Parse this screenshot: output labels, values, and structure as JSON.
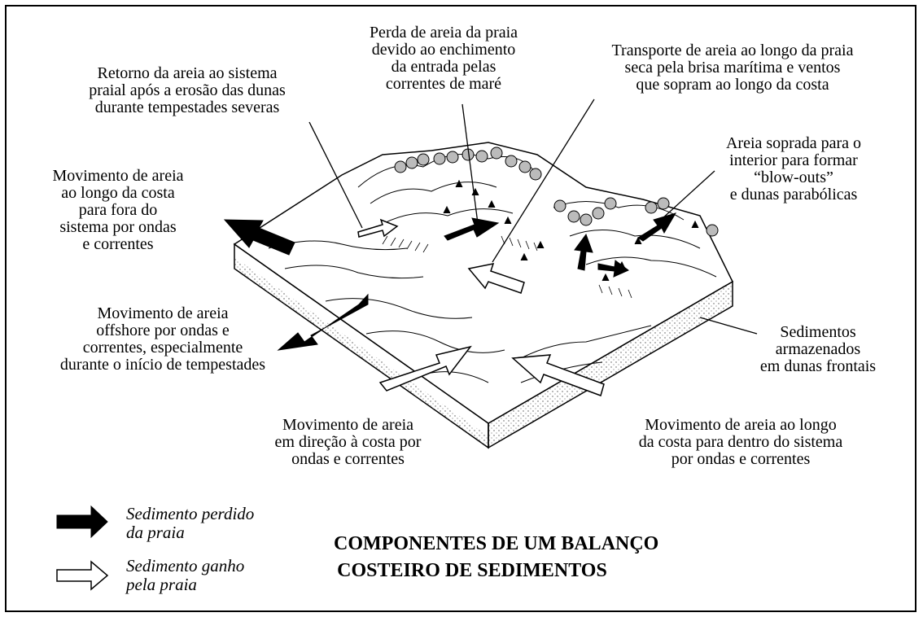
{
  "labels": {
    "retorno": [
      "Retorno da areia ao sistema",
      "praial após a erosão das dunas",
      "durante tempestades severas"
    ],
    "perda": [
      "Perda de areia da praia",
      "devido ao enchimento",
      "da entrada pelas",
      "correntes de maré"
    ],
    "transporte": [
      "Transporte de areia ao longo da praia",
      "seca pela brisa marítima e ventos",
      "que sopram ao longo da costa"
    ],
    "soprada": [
      "Areia soprada para o",
      "interior para formar",
      "“blow-outs”",
      "e dunas parabólicas"
    ],
    "mov_fora": [
      "Movimento de areia",
      "ao longo da costa",
      "para fora do",
      "sistema por ondas",
      "e correntes"
    ],
    "offshore": [
      "Movimento de areia",
      "offshore por ondas e",
      "correntes, especialmente",
      "durante o início de tempestades"
    ],
    "sedimentos": [
      "Sedimentos",
      "armazenados",
      "em dunas frontais"
    ],
    "mov_costa": [
      "Movimento de areia",
      "em direção à costa por",
      "ondas e correntes"
    ],
    "mov_dentro": [
      "Movimento de areia ao longo",
      "da costa para dentro do sistema",
      "por ondas e correntes"
    ]
  },
  "legend": {
    "lost": [
      "Sedimento perdido",
      "da praia"
    ],
    "gained": [
      "Sedimento ganho",
      "pela praia"
    ]
  },
  "title": [
    "COMPONENTES DE UM BALANÇO",
    "COSTEIRO DE SEDIMENTOS"
  ],
  "colors": {
    "lost_arrow": "#000000",
    "gained_arrow": "#ffffff",
    "ink": "#000000",
    "sand": "#9a9a9a"
  }
}
